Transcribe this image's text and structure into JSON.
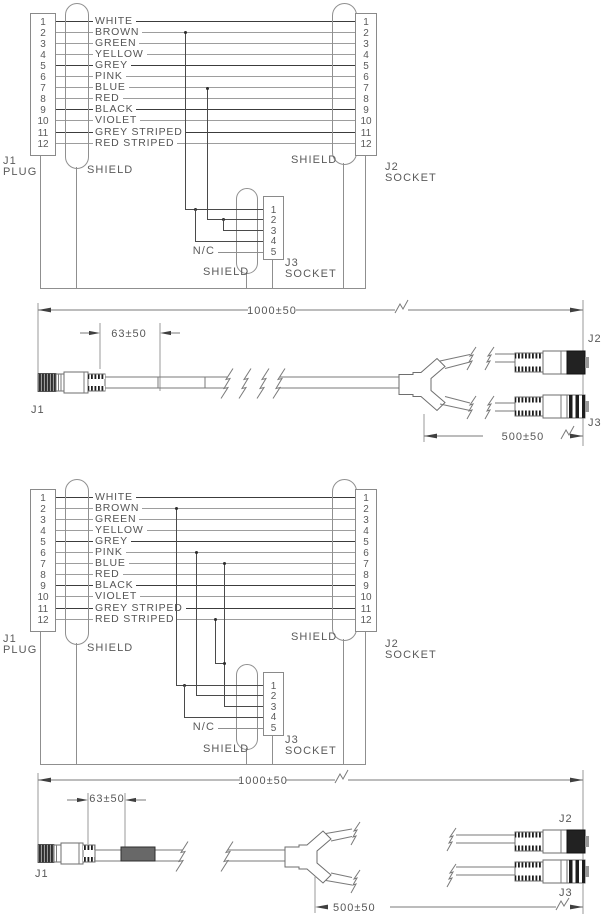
{
  "wiring": {
    "j1": {
      "ref": "J1",
      "type": "PLUG"
    },
    "j2": {
      "ref": "J2",
      "type": "SOCKET"
    },
    "j3": {
      "ref": "J3",
      "type": "SOCKET"
    },
    "shield": "SHIELD",
    "nc": "N/C",
    "wires": [
      "WHITE",
      "BROWN",
      "GREEN",
      "YELLOW",
      "GREY",
      "PINK",
      "BLUE",
      "RED",
      "BLACK",
      "VIOLET",
      "GREY STRIPED",
      "RED STRIPED"
    ],
    "j1_pins": [
      "1",
      "2",
      "3",
      "4",
      "5",
      "6",
      "7",
      "8",
      "9",
      "10",
      "11",
      "12"
    ],
    "j2_pins": [
      "1",
      "2",
      "3",
      "4",
      "5",
      "6",
      "7",
      "8",
      "9",
      "10",
      "11",
      "12"
    ],
    "j3_pins": [
      "1",
      "2",
      "3",
      "4",
      "5"
    ]
  },
  "dimensions": {
    "overall": "1000±50",
    "stub": "63±50",
    "branch": "500±50",
    "j1": "J1",
    "j2": "J2",
    "j3": "J3"
  }
}
